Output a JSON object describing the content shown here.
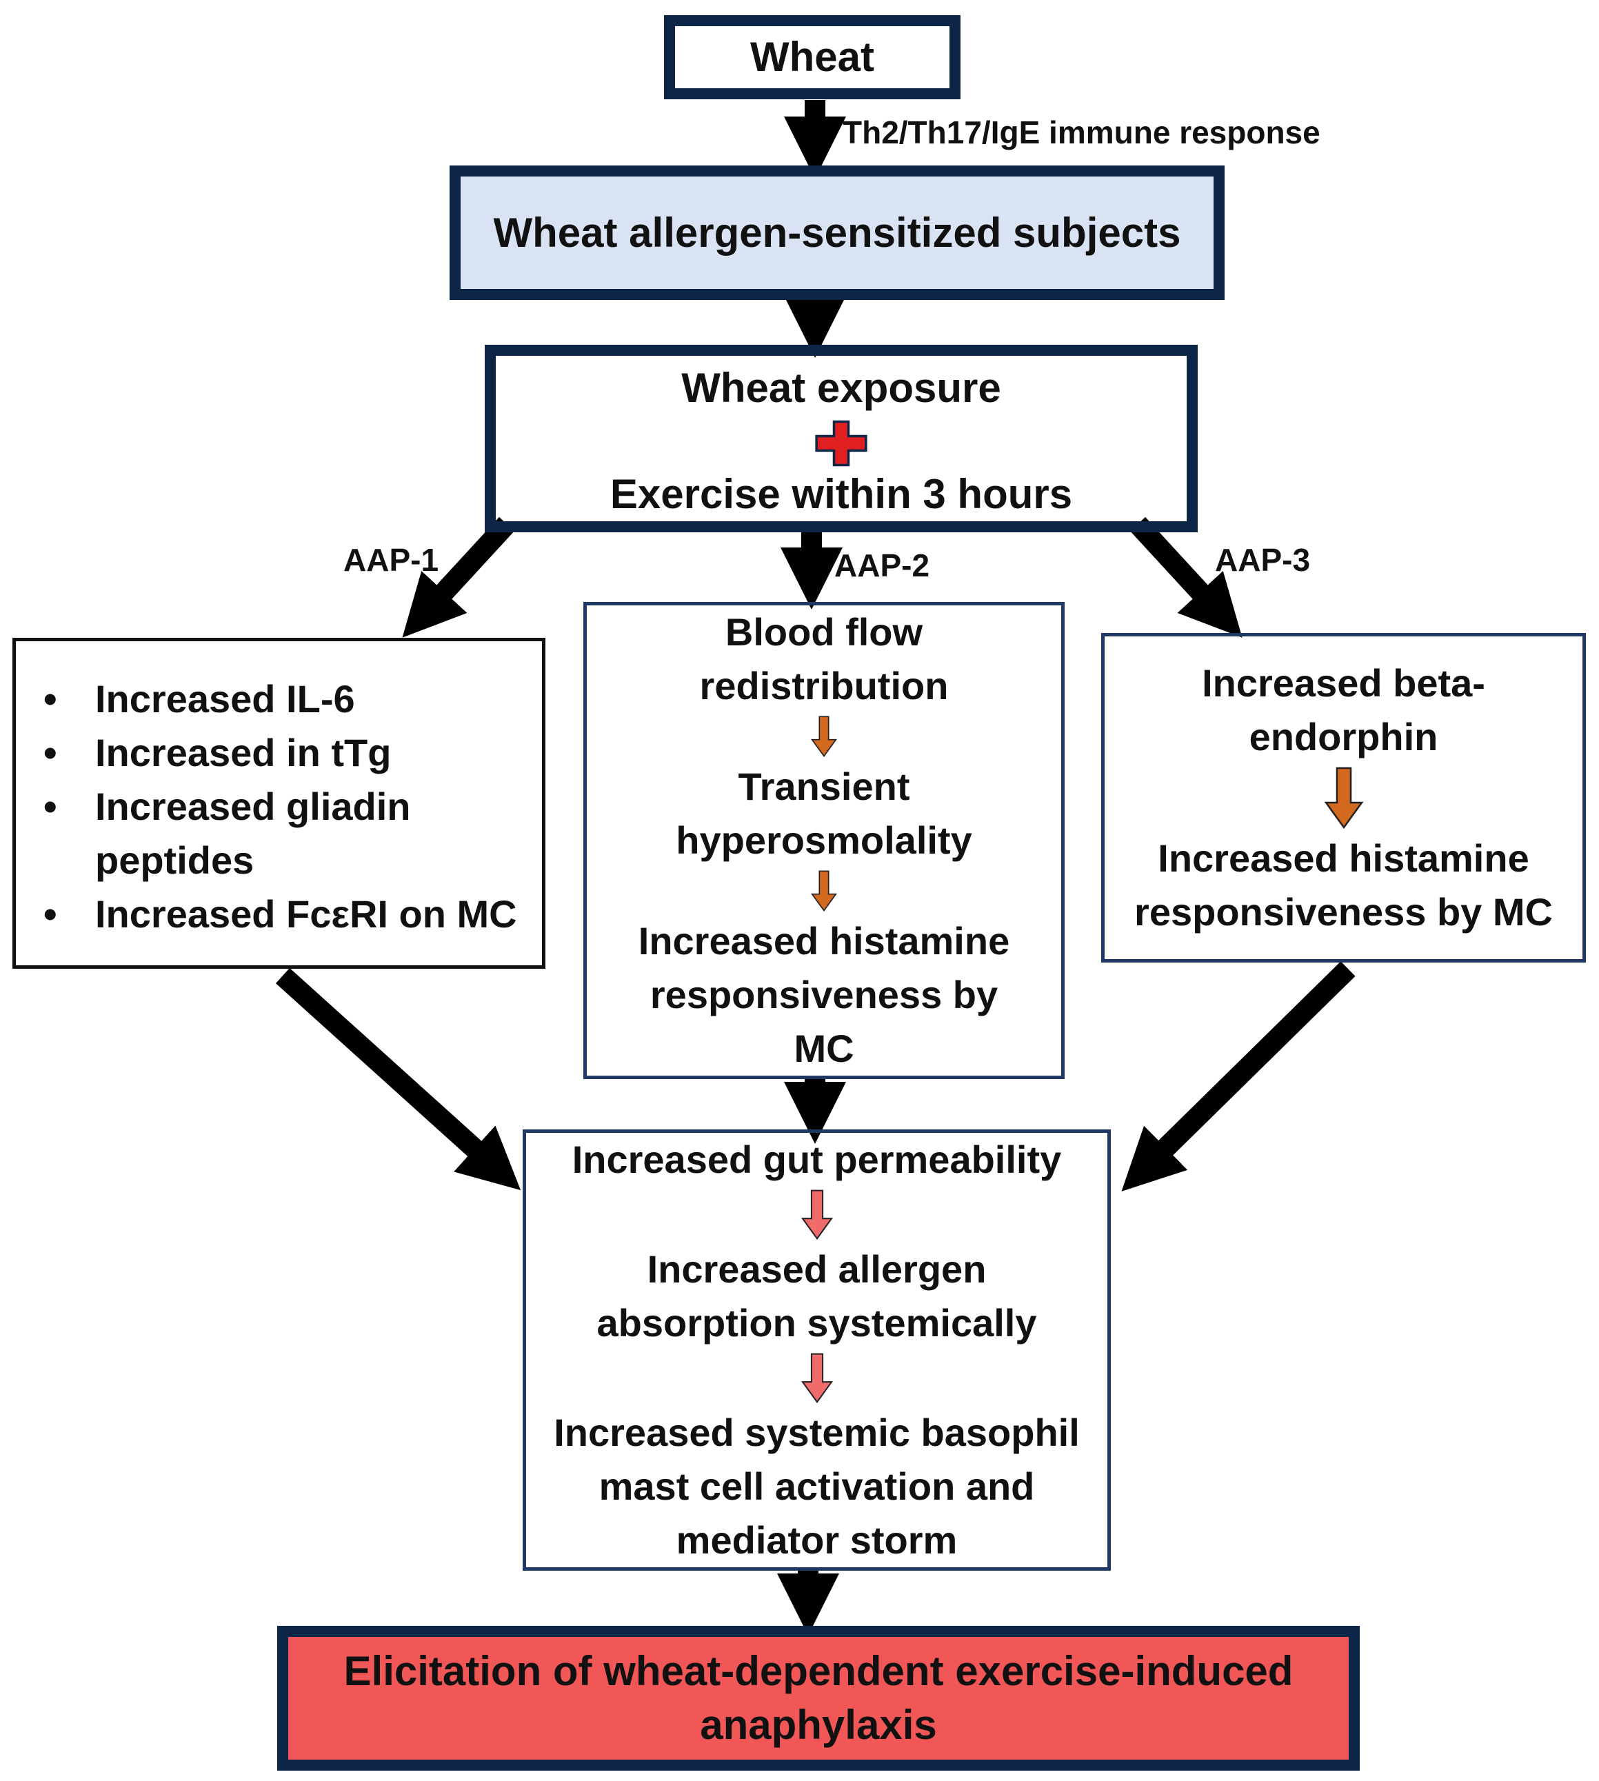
{
  "colors": {
    "navy_border": "#0d2547",
    "light_blue_fill": "#dae3f3",
    "orange_arrow": "#d2691e",
    "salmon_arrow": "#f06b6b",
    "red_cross": "#e02020",
    "final_fill": "#f25757"
  },
  "wheat": {
    "title": "Wheat"
  },
  "immune_response": {
    "label": "Th2/Th17/IgE immune response"
  },
  "sensitized": {
    "title": "Wheat allergen-sensitized subjects"
  },
  "exposure": {
    "line1": "Wheat exposure",
    "plus_icon": "red-plus",
    "line2": "Exercise within 3 hours"
  },
  "pathways": {
    "aap1": "AAP-1",
    "aap2": "AAP-2",
    "aap3": "AAP-3"
  },
  "aap1_box": {
    "items": [
      "Increased IL-6",
      "Increased in tTg",
      "Increased gliadin peptides",
      "Increased FcεRI on MC"
    ]
  },
  "aap2_box": {
    "step1": "Blood flow redistribution",
    "step2": "Transient hyperosmolality",
    "step3": "Increased histamine responsiveness by MC"
  },
  "aap3_box": {
    "step1": "Increased beta-endorphin",
    "step2": "Increased histamine responsiveness by MC"
  },
  "gut_box": {
    "step1": "Increased gut permeability",
    "step2": "Increased allergen absorption systemically",
    "step3": "Increased systemic basophil mast cell activation and mediator storm"
  },
  "final": {
    "title": "Elicitation of wheat-dependent exercise-induced anaphylaxis"
  }
}
